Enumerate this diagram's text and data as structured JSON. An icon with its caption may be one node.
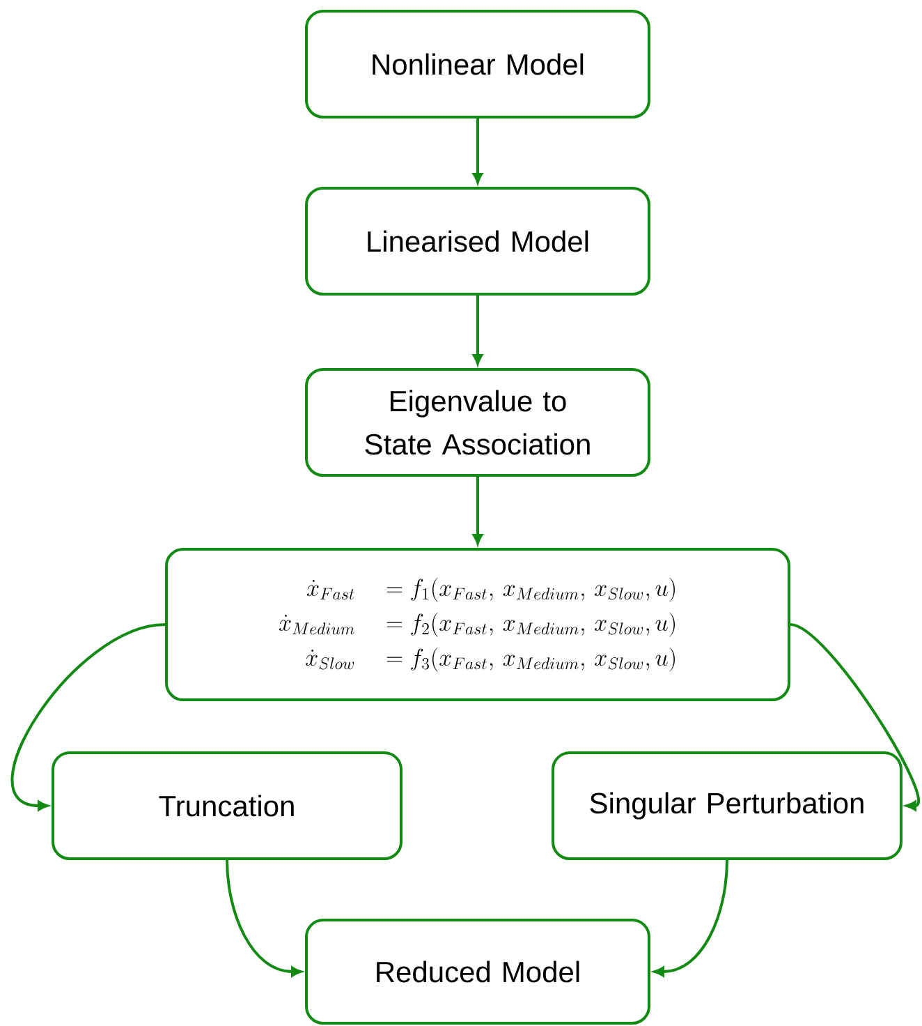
{
  "diagram": {
    "nodes": [
      {
        "text": [
          "Nonlinear Model"
        ]
      },
      {
        "text": [
          "Linearised Model"
        ]
      },
      {
        "text": [
          "Eigenvalue to State Association"
        ]
      },
      {
        "text": [
          "\\begin{aligned} \\dot{x}_{Fast} &\\quad= f_1(x_{Fast},\\, x_{Medium},\\, x_{Slow}, u)\\\\ \\dot{x}_{Medium} &\\quad= f_2(x_{Fast},\\, x_{Medium},\\, x_{Slow}, u)\\\\ \\dot{x}_{Slow} &\\quad= f_3(x_{Fast},\\, x_{Medium},\\, x_{Slow}, u) \\end{aligned}"
        ]
      },
      {
        "text": [
          "Truncation"
        ]
      },
      {
        "text": [
          "Singular Perturbation"
        ]
      },
      {
        "text": [
          "Reduced Model"
        ]
      }
    ],
    "edges": [
      {
        "from": 0,
        "to": 1,
        "arrow": "to"
      },
      {
        "from": 1,
        "to": 2,
        "arrow": "to"
      },
      {
        "from": 2,
        "to": 3,
        "arrow": "to"
      },
      {
        "from": 3,
        "to": 4,
        "arrow": "to"
      },
      {
        "from": 3,
        "to": 5,
        "arrow": "to"
      },
      {
        "from": 4,
        "to": 6,
        "arrow": "to"
      },
      {
        "from": 5,
        "to": 6,
        "arrow": "to"
      }
    ]
  }
}
